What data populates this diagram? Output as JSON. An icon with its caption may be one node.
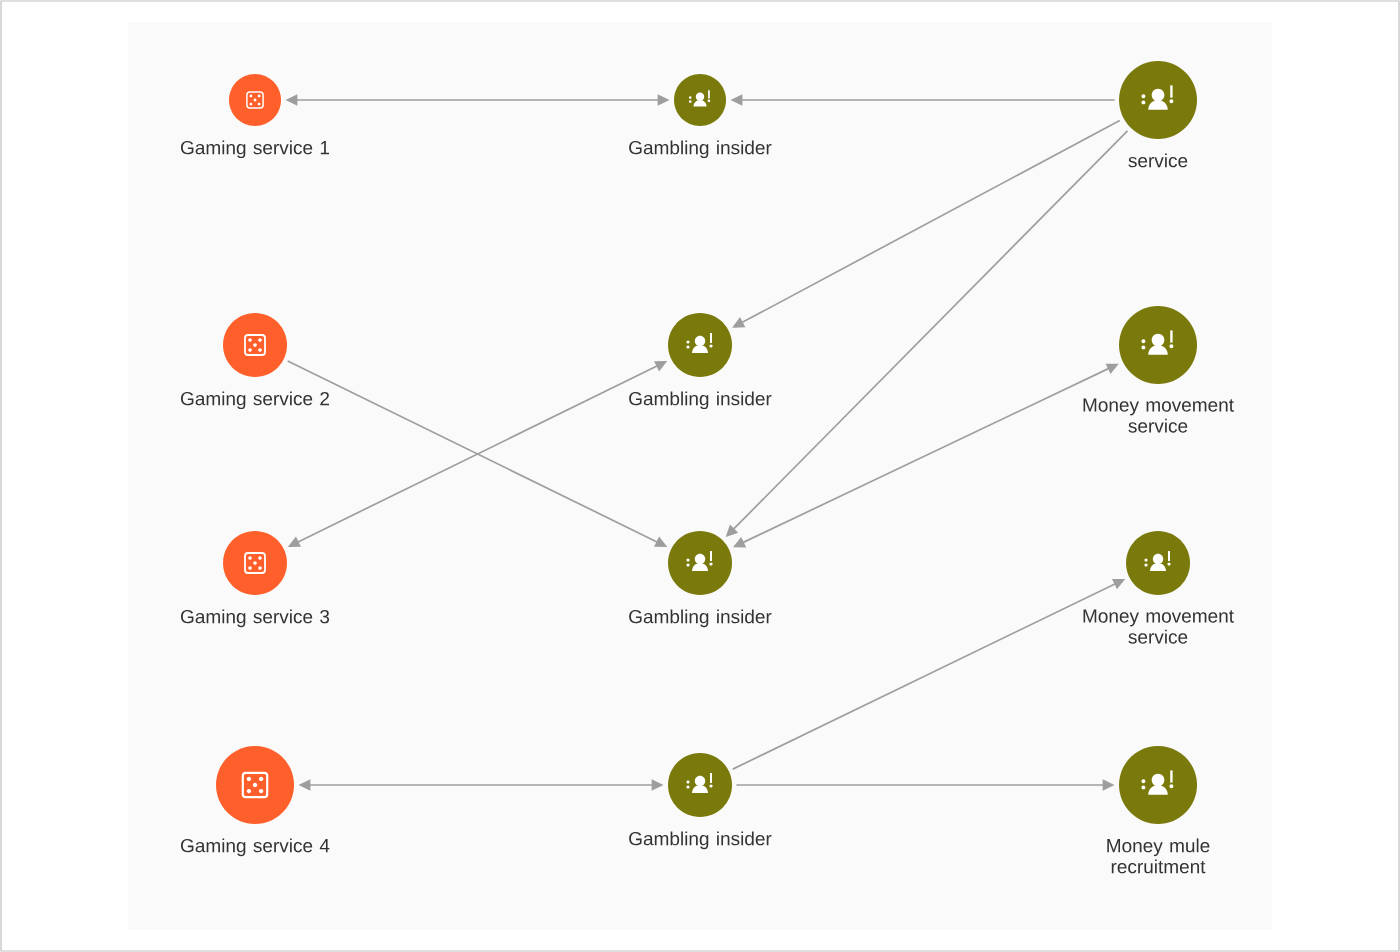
{
  "diagram": {
    "nodes": [
      {
        "text": [
          "Gaming service 1"
        ]
      },
      {
        "text": [
          "Gambling insider"
        ]
      },
      {
        "text": [
          "service"
        ]
      },
      {
        "text": [
          "Gaming service 2"
        ]
      },
      {
        "text": [
          "Gambling insider"
        ]
      },
      {
        "text": [
          "Money movement service"
        ]
      },
      {
        "text": [
          "Gaming service 3"
        ]
      },
      {
        "text": [
          "Gambling insider"
        ]
      },
      {
        "text": [
          "Money movement service"
        ]
      },
      {
        "text": [
          "Gaming service 4"
        ]
      },
      {
        "text": [
          "Gambling insider"
        ]
      },
      {
        "text": [
          "Money mule recruitment"
        ]
      }
    ],
    "edges": [
      {
        "from": 0,
        "to": 1,
        "arrow": "both"
      },
      {
        "from": 2,
        "to": 1,
        "arrow": "to"
      },
      {
        "from": 2,
        "to": 4,
        "arrow": "to"
      },
      {
        "from": 2,
        "to": 7,
        "arrow": "to"
      },
      {
        "from": 3,
        "to": 7,
        "arrow": "to"
      },
      {
        "from": 6,
        "to": 4,
        "arrow": "both"
      },
      {
        "from": 7,
        "to": 5,
        "arrow": "both"
      },
      {
        "from": 10,
        "to": 8,
        "arrow": "to"
      },
      {
        "from": 9,
        "to": 10,
        "arrow": "both"
      },
      {
        "from": 10,
        "to": 11,
        "arrow": "to"
      }
    ]
  }
}
